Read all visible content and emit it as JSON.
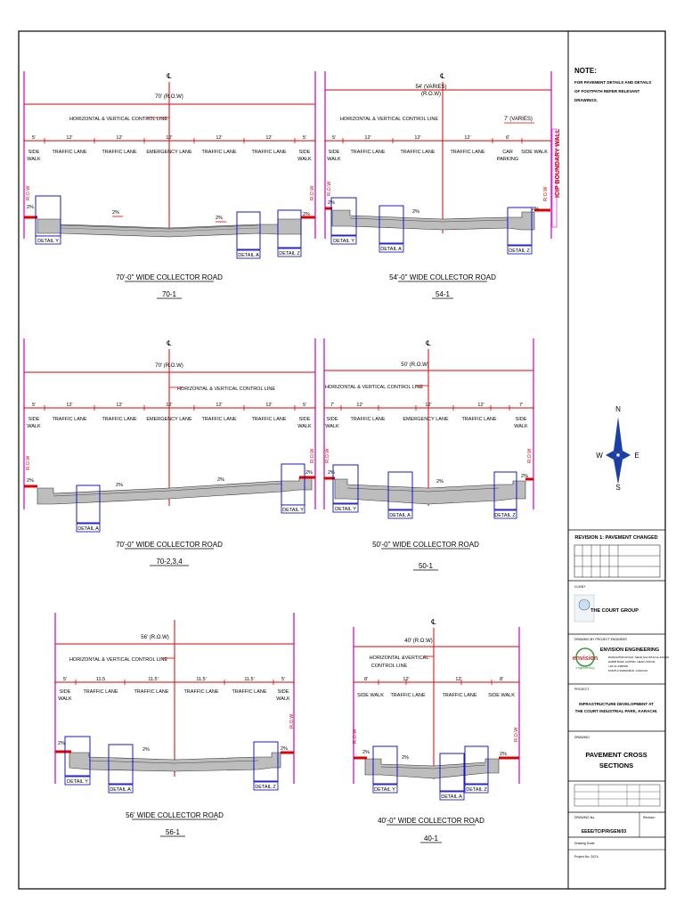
{
  "note": {
    "heading": "NOTE:",
    "lines": [
      "FOR PAVEMENT DETAILS AND DETAILS",
      "OF FOOTPATH REFER RELEVANT",
      "DRAWINGS."
    ]
  },
  "common": {
    "cl": "℄",
    "hv": "HORIZONTAL & VERTICAL CONTROL LINE",
    "row": "R.O.W",
    "slope": "2%",
    "detail_a": "DETAIL A",
    "detail_y": "DETAIL Y",
    "detail_z": "DETAIL Z",
    "side": "SIDE",
    "walk": "WALK",
    "side_walk": "SIDE WALK",
    "traffic_lane": "TRAFFIC LANE",
    "emergency_lane": "EMERGENCY LANE",
    "car": "CAR",
    "parking": "PARKING"
  },
  "sections": {
    "s1": {
      "width": "70' (R.O.W)",
      "dims": [
        "5'",
        "12'",
        "12'",
        "12'",
        "12'",
        "12'",
        "5'"
      ],
      "title": "70'-0\" WIDE COLLECTOR ROAD",
      "number": "70-1"
    },
    "s2": {
      "width": "54' (VARIES)",
      "width2": "(R.O.W)",
      "varies": "7' (VARIES)",
      "dims": [
        "5'",
        "12'",
        "12'",
        "12'",
        "6'"
      ],
      "boundary": "ICIP BOUNDARY WALL",
      "title": "54'-0\" WIDE COLLECTOR ROAD",
      "number": "54-1"
    },
    "s3": {
      "width": "70' (R.O.W)",
      "dims": [
        "5'",
        "12'",
        "12'",
        "12'",
        "12'",
        "12'",
        "5'"
      ],
      "title": "70'-0\" WIDE COLLECTOR ROAD",
      "number": "70-2,3,4"
    },
    "s4": {
      "width": "50' (R.O.W)",
      "dims": [
        "7'",
        "12'",
        "12'",
        "12'",
        "7'"
      ],
      "title": "50'-0\" WIDE COLLECTOR ROAD",
      "number": "50-1"
    },
    "s5": {
      "width": "56' (R.O.W)",
      "dims": [
        "5'",
        "11.5",
        "11.5'",
        "11.5'",
        "11.5'",
        "5'"
      ],
      "title": "56' WIDE COLLECTOR ROAD",
      "number": "56-1"
    },
    "s6": {
      "width": "40' (R.O.W)",
      "hv1": "HORIZONTAL &VERTICAL",
      "hv2": "CONTROL LINE",
      "dims": [
        "8'",
        "12'",
        "12'",
        "8'"
      ],
      "title": "40'-0\" WIDE COLLECTOR ROAD",
      "number": "40-1"
    }
  },
  "compass": {
    "n": "N",
    "s": "S",
    "e": "E",
    "w": "W"
  },
  "title_block": {
    "revision": "REVISION 1: PAVEMENT CHANGED",
    "client_label": "CLIENT",
    "client": "THE COURT GROUP",
    "engineer_label": "DRAWING BY PROJECT ENGINEER",
    "engineer": "ENVISION ENGINEERING",
    "engineer_lines": [
      "RAWALPINDI ROAD, NEAR GULISTAN-E-JOHAR",
      "HABIB BANK LIMITED, HEAD OFFICE",
      "+92-21-3482000",
      "NORTH NAZIMABAD, KARACHI"
    ],
    "logo": "envision",
    "logo_sub": "engineering",
    "project_label": "PROJECT",
    "project_1": "INFRASTRUCTURE DEVELOPMENT AT",
    "project_2": "THE COURT INDUSTRIAL PARK, KARACHI.",
    "drawing_label": "DRAWING",
    "drawing_1": "PAVEMENT CROSS",
    "drawing_2": "SECTIONS",
    "drawing_no_label": "DRAWING No.",
    "drawing_no": "EEEE/TCIP/R/GEN/03",
    "revision_label": "Revision",
    "scale_label": "Drawing Scale",
    "project_no": "Project No: 2021/"
  }
}
